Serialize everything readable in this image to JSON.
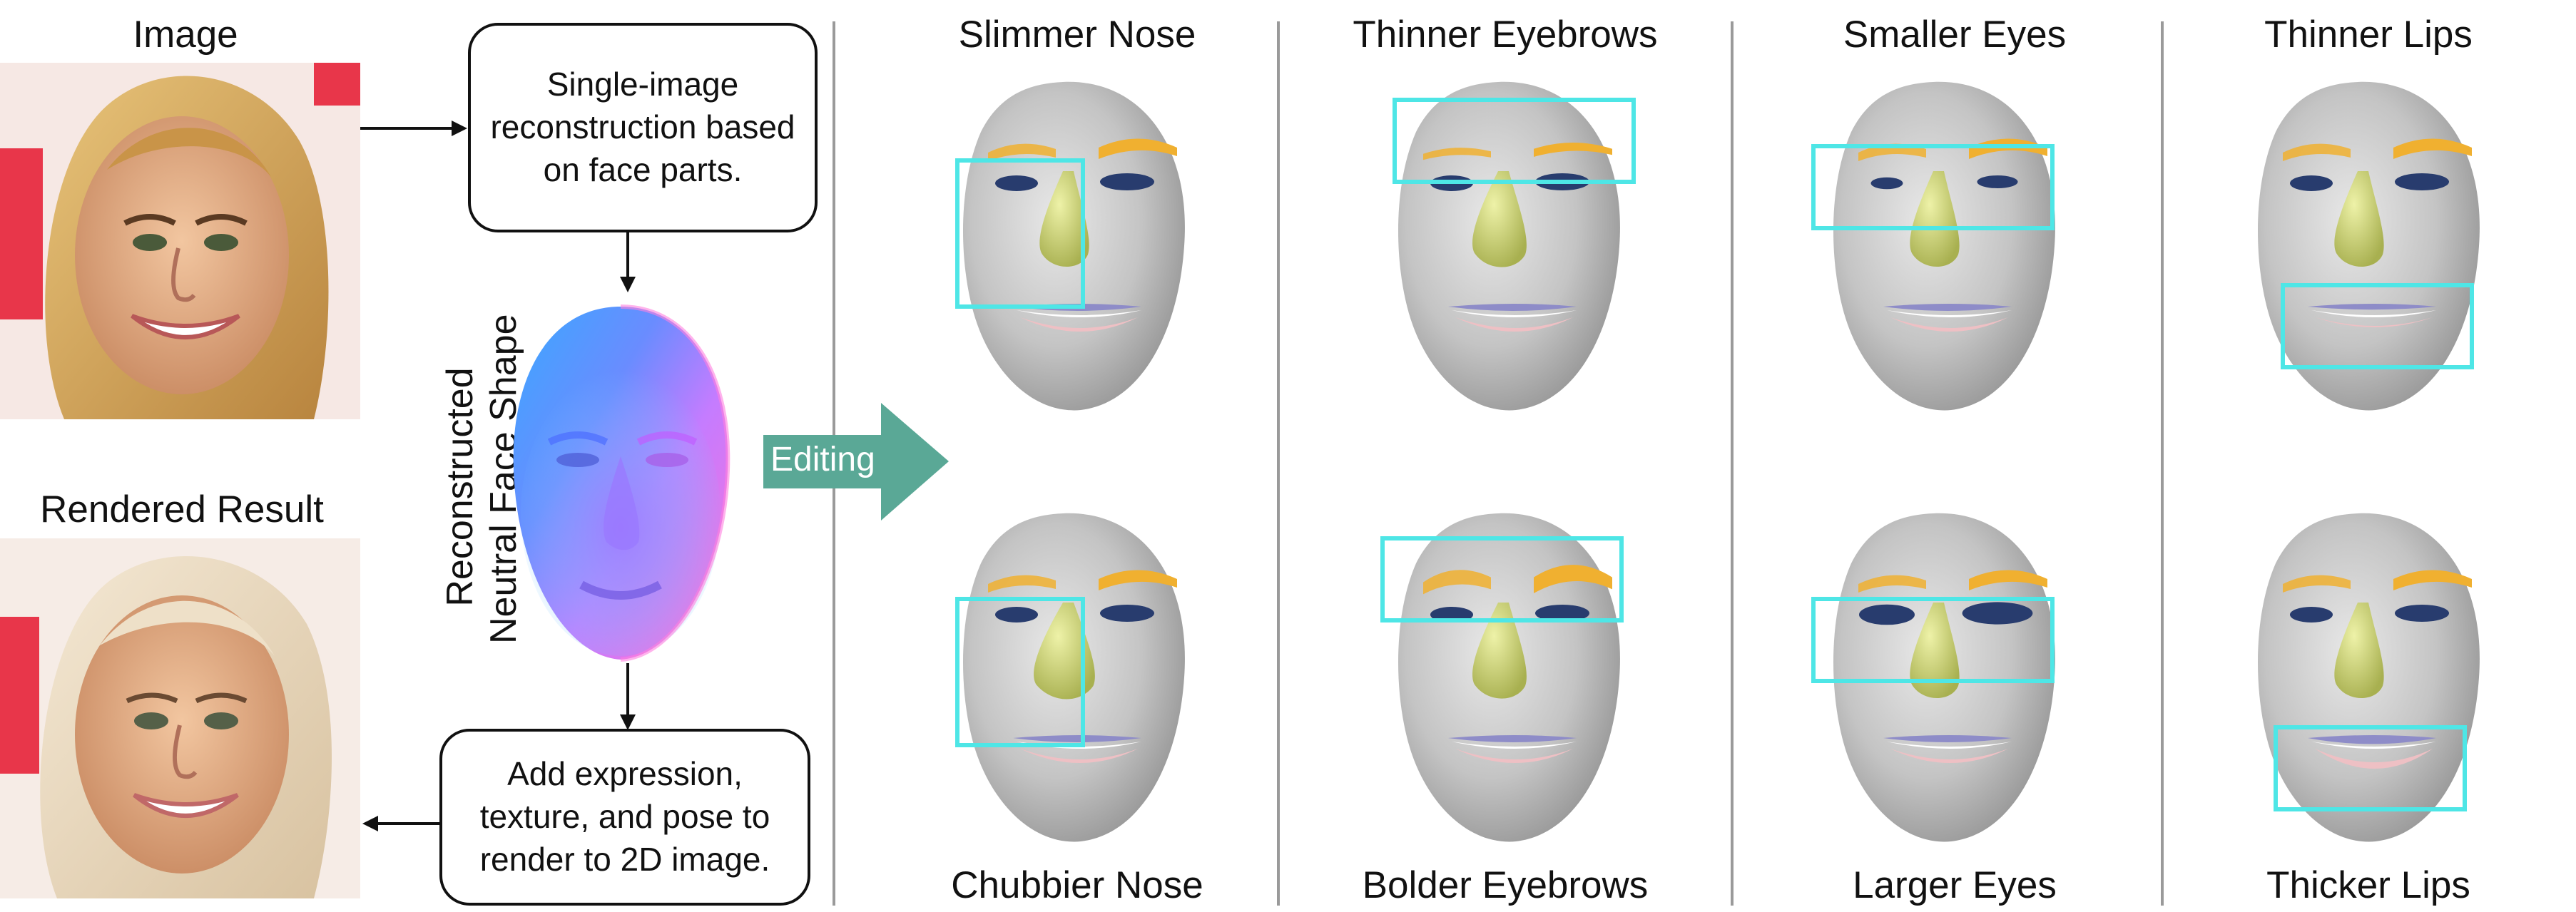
{
  "left": {
    "image_title": "Image",
    "rendered_title": "Rendered Result",
    "box_top": "Single-image reconstruction based on face parts.",
    "box_bottom": "Add expression, texture, and pose to render to 2D image.",
    "normal_map_title_line1": "Reconstructed",
    "normal_map_title_line2": "Neutral Face Shape"
  },
  "editing_label": "Editing",
  "panels": [
    {
      "top": "Slimmer Nose",
      "bottom": "Chubbier Nose"
    },
    {
      "top": "Thinner Eyebrows",
      "bottom": "Bolder Eyebrows"
    },
    {
      "top": "Smaller Eyes",
      "bottom": "Larger Eyes"
    },
    {
      "top": "Thinner Lips",
      "bottom": "Thicker Lips"
    }
  ],
  "colors": {
    "highlight_box": "#4ee6e6",
    "editing_arrow": "#5aa896",
    "nose": "#d4dc7c",
    "eyebrow": "#f0b030",
    "eye": "#283c6e",
    "mouth_upper": "#8e8cc8",
    "mouth_lower": "#eec0c4",
    "face": "#b9b9b9",
    "divider": "#9a9a9a"
  },
  "icons": [
    "face-photo",
    "rendered-face-photo",
    "normal-map-face",
    "mesh-face"
  ]
}
